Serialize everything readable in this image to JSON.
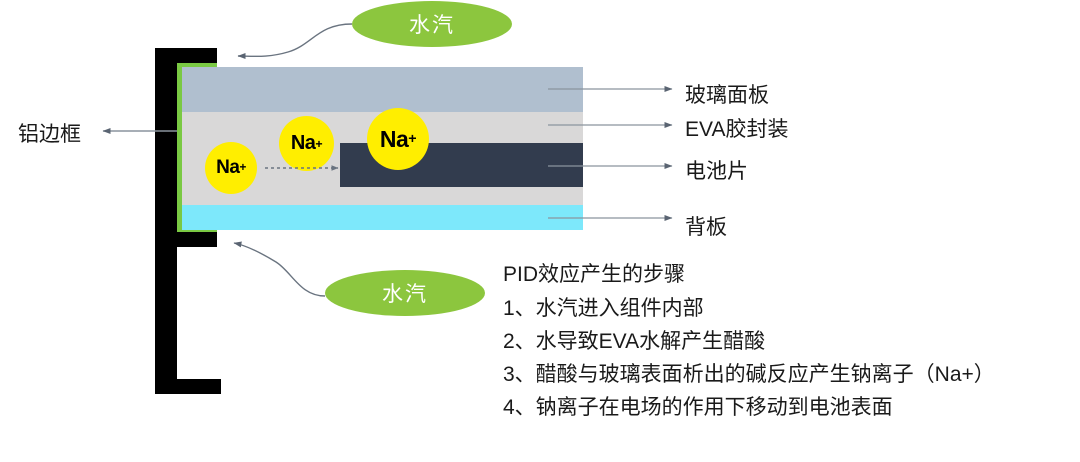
{
  "diagram": {
    "title_region": "PID effect in a photovoltaic module cross-section",
    "left_label": "铝边框",
    "vapour_labels": {
      "top": "水汽",
      "bottom": "水汽"
    },
    "ions": [
      {
        "label": "Na",
        "charge": "+"
      },
      {
        "label": "Na",
        "charge": "+"
      },
      {
        "label": "Na",
        "charge": "+"
      }
    ],
    "layers": [
      {
        "name": "glass",
        "label": "玻璃面板",
        "color": "#b0bfcf"
      },
      {
        "name": "eva",
        "label": "EVA胶封装",
        "color": "#d9d8d8"
      },
      {
        "name": "cell",
        "label": "电池片",
        "color": "#323c4e"
      },
      {
        "name": "backsheet",
        "label": "背板",
        "color": "#7de8fb"
      }
    ],
    "colors": {
      "frame": "#000000",
      "sealant": "#7ac943",
      "vapour_ellipse": "#8cc63e",
      "ion": "#ffee00",
      "arrow": "#5a6472",
      "leader": "#8a949e"
    }
  },
  "steps": {
    "title": "PID效应产生的步骤",
    "items": [
      "1、水汽进入组件内部",
      "2、水导致EVA水解产生醋酸",
      "3、醋酸与玻璃表面析出的碱反应产生钠离子（Na+）",
      "4、钠离子在电场的作用下移动到电池表面"
    ]
  }
}
